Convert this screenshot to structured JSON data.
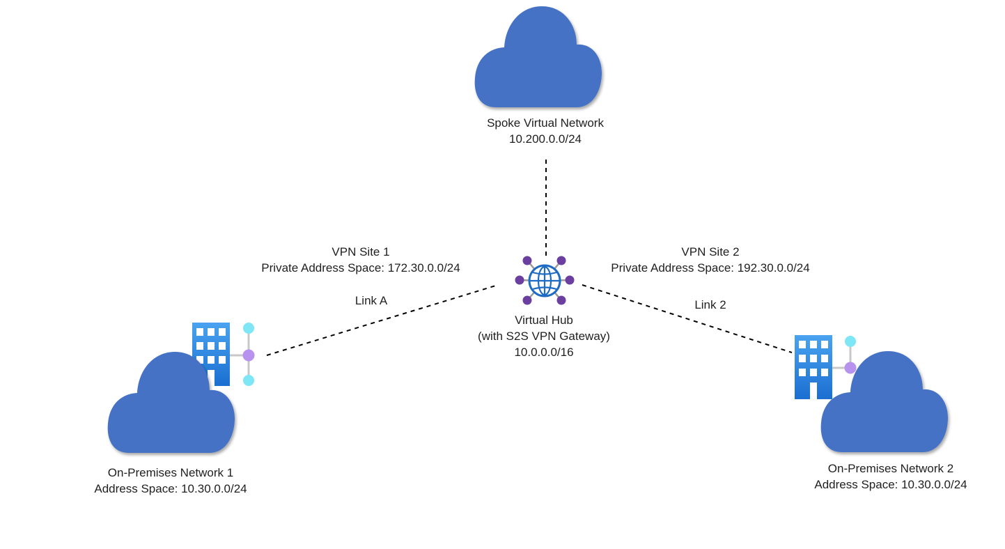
{
  "colors": {
    "cloud": "#4472c4",
    "line": "#000000",
    "hub_blue": "#1e6bc4",
    "hub_purple": "#6b3fa0",
    "building_blue": "#2f8ae0",
    "node_cyan": "#7ee6f5",
    "node_purple": "#b892ef",
    "connector_gray": "#c8c8c8"
  },
  "spoke": {
    "name": "Spoke Virtual Network",
    "address": "10.200.0.0/24",
    "icon": "cloud-icon"
  },
  "hub": {
    "line1": "Virtual Hub",
    "line2": "(with S2S VPN Gateway)",
    "address": "10.0.0.0/16",
    "icon": "virtual-hub-globe-icon"
  },
  "site1": {
    "title": "VPN Site 1",
    "address_space": "Private Address Space: 172.30.0.0/24",
    "link": "Link A"
  },
  "site2": {
    "title": "VPN Site 2",
    "address_space": "Private Address Space: 192.30.0.0/24",
    "link": "Link 2"
  },
  "onprem1": {
    "name": "On-Premises Network 1",
    "address": "Address Space: 10.30.0.0/24",
    "icons": [
      "building-icon",
      "cloud-icon"
    ]
  },
  "onprem2": {
    "name": "On-Premises Network 2",
    "address": "Address Space: 10.30.0.0/24",
    "icons": [
      "building-icon",
      "cloud-icon"
    ]
  }
}
